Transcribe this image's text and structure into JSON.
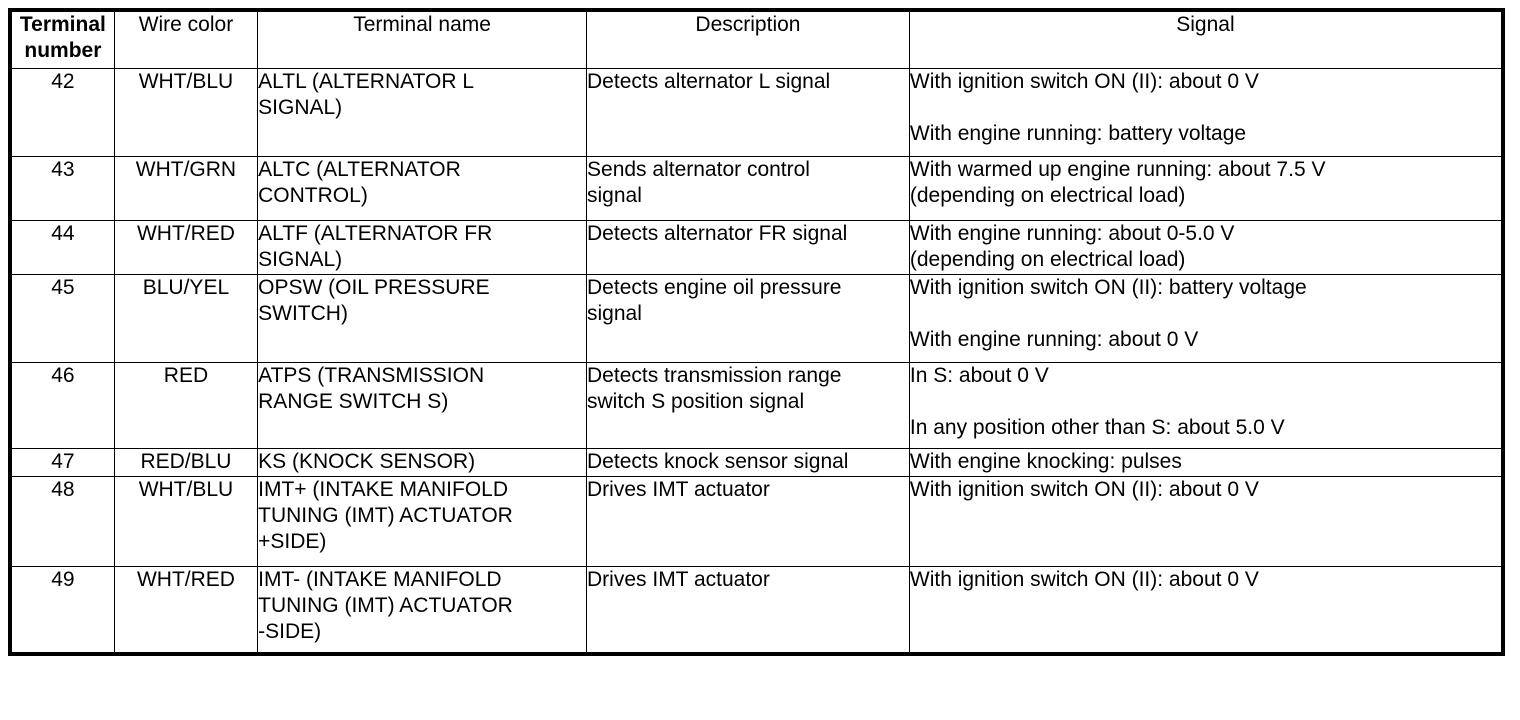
{
  "table": {
    "caption_present": false,
    "headers": [
      {
        "label": "Terminal number",
        "bold": true,
        "align": "center"
      },
      {
        "label": "Wire color",
        "bold": false,
        "align": "center"
      },
      {
        "label": "Terminal name",
        "bold": false,
        "align": "center"
      },
      {
        "label": "Description",
        "bold": false,
        "align": "center"
      },
      {
        "label": "Signal",
        "bold": false,
        "align": "center"
      }
    ],
    "rows": [
      {
        "terminal_number": "42",
        "wire_color": "WHT/BLU",
        "terminal_name_lines": [
          "ALTL (ALTERNATOR L",
          "SIGNAL)"
        ],
        "description_lines": [
          "Detects alternator L signal"
        ],
        "signal_lines": [
          "With ignition switch ON (II): about 0 V",
          "",
          "With engine running: battery voltage"
        ]
      },
      {
        "terminal_number": "43",
        "wire_color": "WHT/GRN",
        "terminal_name_lines": [
          "ALTC (ALTERNATOR",
          "CONTROL)"
        ],
        "description_lines": [
          "Sends alternator control",
          "signal"
        ],
        "signal_lines": [
          "With warmed up engine running: about 7.5 V",
          "(depending on electrical load)"
        ]
      },
      {
        "terminal_number": "44",
        "wire_color": "WHT/RED",
        "terminal_name_lines": [
          "ALTF (ALTERNATOR FR",
          "SIGNAL)"
        ],
        "description_lines": [
          "Detects alternator FR signal"
        ],
        "signal_lines": [
          "With engine running: about 0-5.0 V",
          "(depending on electrical load)"
        ]
      },
      {
        "terminal_number": "45",
        "wire_color": "BLU/YEL",
        "terminal_name_lines": [
          "OPSW (OIL PRESSURE",
          "SWITCH)"
        ],
        "description_lines": [
          "Detects engine oil pressure",
          "signal"
        ],
        "signal_lines": [
          "With ignition switch ON (II): battery voltage",
          "",
          "With engine running: about 0 V"
        ]
      },
      {
        "terminal_number": "46",
        "wire_color": "RED",
        "terminal_name_lines": [
          "ATPS (TRANSMISSION",
          "RANGE SWITCH S)"
        ],
        "description_lines": [
          "Detects transmission range",
          "switch S position signal"
        ],
        "signal_lines": [
          "In S: about 0 V",
          "",
          "In any position other than S: about 5.0 V"
        ]
      },
      {
        "terminal_number": "47",
        "wire_color": "RED/BLU",
        "terminal_name_lines": [
          "KS (KNOCK SENSOR)"
        ],
        "description_lines": [
          "Detects knock sensor signal"
        ],
        "signal_lines": [
          "With engine knocking: pulses"
        ]
      },
      {
        "terminal_number": "48",
        "wire_color": "WHT/BLU",
        "terminal_name_lines": [
          "IMT+ (INTAKE MANIFOLD",
          "TUNING (IMT) ACTUATOR",
          "+SIDE)"
        ],
        "description_lines": [
          "Drives IMT actuator"
        ],
        "signal_lines": [
          "With ignition switch ON (II): about 0 V"
        ]
      },
      {
        "terminal_number": "49",
        "wire_color": "WHT/RED",
        "terminal_name_lines": [
          "IMT- (INTAKE MANIFOLD",
          "TUNING (IMT) ACTUATOR",
          "-SIDE)"
        ],
        "description_lines": [
          "Drives IMT actuator"
        ],
        "signal_lines": [
          "With ignition switch ON (II): about 0 V"
        ]
      }
    ]
  },
  "colors": {
    "border": "#000000",
    "text": "#000000",
    "background": "#ffffff"
  }
}
